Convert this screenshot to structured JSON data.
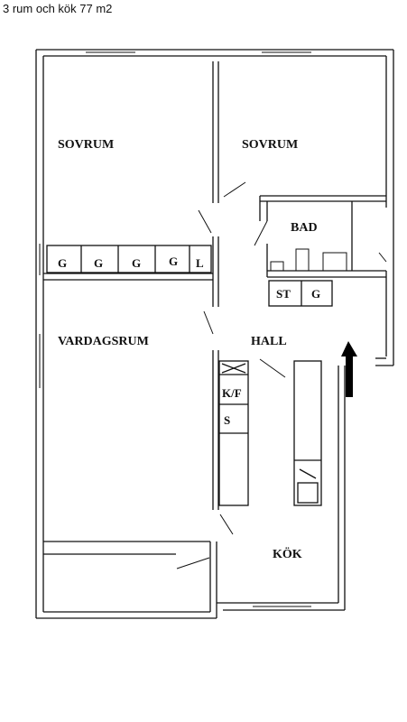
{
  "caption": "3 rum och kök 77 m2",
  "rooms": {
    "bedroom_1": "SOVRUM",
    "bedroom_2": "SOVRUM",
    "bathroom": "BAD",
    "living_room": "VARDAGSRUM",
    "hall": "HALL",
    "kitchen": "KÖK"
  },
  "storage": {
    "wardrobe_1": "G",
    "wardrobe_2": "G",
    "wardrobe_3": "G",
    "wardrobe_4": "G",
    "linen_closet": "L",
    "hall_st": "ST",
    "hall_g": "G"
  },
  "kitchen_units": {
    "fridge_freezer": "K/F",
    "cabinet": "S"
  },
  "entrance": "entrance-arrow"
}
